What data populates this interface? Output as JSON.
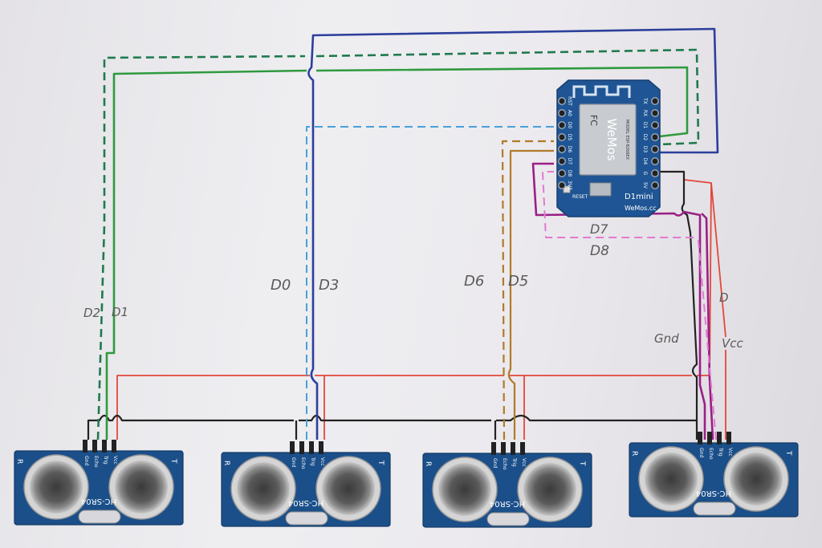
{
  "colors": {
    "blue_wire": "#2c3f9c",
    "green_wire": "#2e9a3e",
    "green_dashed": "#1f7a4e",
    "lightblue_dashed": "#4aa0d8",
    "brown_wire": "#b07a2a",
    "magenta_wire": "#9b1f86",
    "pink_dashed": "#e27ad2",
    "red_wire": "#e3473a",
    "black_wire": "#222222",
    "pcb_blue": "#1f5594",
    "sensor_blue": "#1b4f8a"
  },
  "labels": {
    "d2": "D2",
    "d1": "D1",
    "d0": "D0",
    "d3": "D3",
    "d6": "D6",
    "d5": "D5",
    "d7": "D7",
    "d8": "D8",
    "d_right": "D",
    "gnd": "Gnd",
    "vcc": "Vcc"
  },
  "wemos": {
    "brand": "WeMos",
    "model": "D1mini",
    "site": "WeMos.cc",
    "reset": "RESET",
    "fc_mark": "FC",
    "module_text": "MODEL ESP-8266EX",
    "pins_left": [
      "RST",
      "A0",
      "D0",
      "D5",
      "D6",
      "D7",
      "D8",
      "3V3"
    ],
    "pins_right": [
      "TX",
      "RX",
      "D1",
      "D2",
      "D3",
      "D4",
      "G",
      "5V"
    ]
  },
  "sensors": [
    {
      "model": "HC-SR04",
      "pins": [
        "Gnd",
        "Echo",
        "Trig",
        "Vcc"
      ],
      "left_mark": "R",
      "right_mark": "T"
    },
    {
      "model": "HC-SR04",
      "pins": [
        "Gnd",
        "Echo",
        "Trig",
        "Vcc"
      ],
      "left_mark": "R",
      "right_mark": "T"
    },
    {
      "model": "HC-SR04",
      "pins": [
        "Gnd",
        "Echo",
        "Trig",
        "Vcc"
      ],
      "left_mark": "R",
      "right_mark": "T"
    },
    {
      "model": "HC-SR04",
      "pins": [
        "Gnd",
        "Echo",
        "Trig",
        "Vcc"
      ],
      "left_mark": "R",
      "right_mark": "T"
    }
  ]
}
